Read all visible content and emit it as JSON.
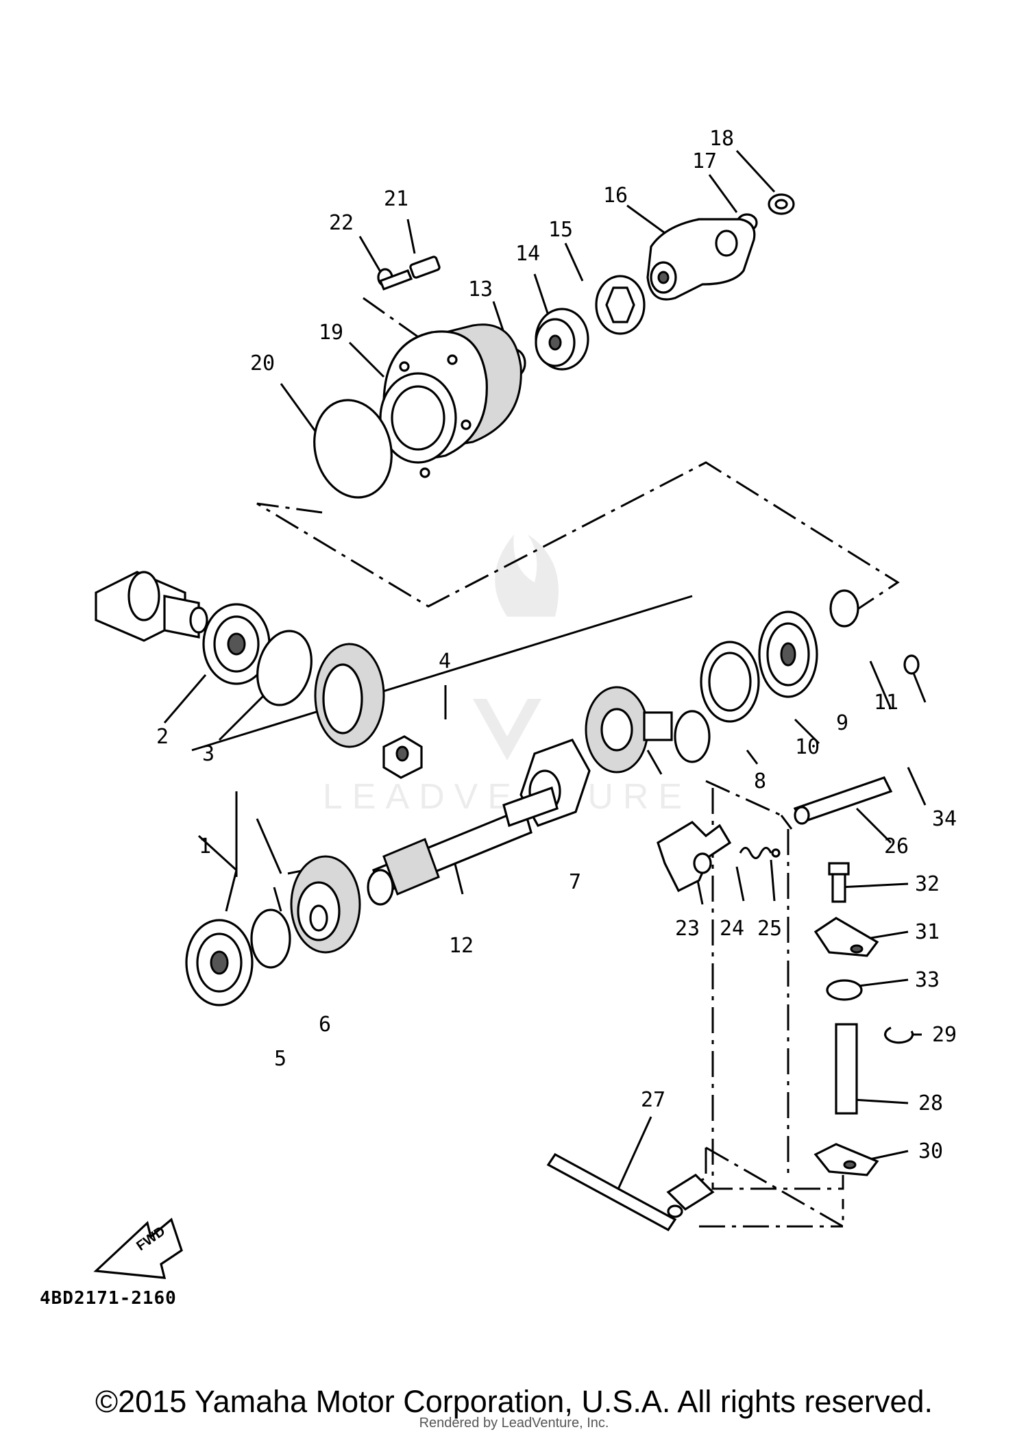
{
  "diagram": {
    "catalog_number": "4BD2171-2160",
    "fwd_label": "FWD",
    "watermark": "LEADVENTURE",
    "part_callouts": [
      "1",
      "2",
      "3",
      "4",
      "5",
      "6",
      "7",
      "8",
      "9",
      "10",
      "11",
      "12",
      "13",
      "14",
      "15",
      "16",
      "17",
      "18",
      "19",
      "20",
      "21",
      "22",
      "23",
      "24",
      "25",
      "26",
      "27",
      "28",
      "29",
      "30",
      "31",
      "32",
      "33",
      "34"
    ]
  },
  "footer": {
    "copyright": "©2015 Yamaha Motor Corporation, U.S.A. All rights reserved.",
    "rendered_by": "Rendered by LeadVenture, Inc."
  }
}
